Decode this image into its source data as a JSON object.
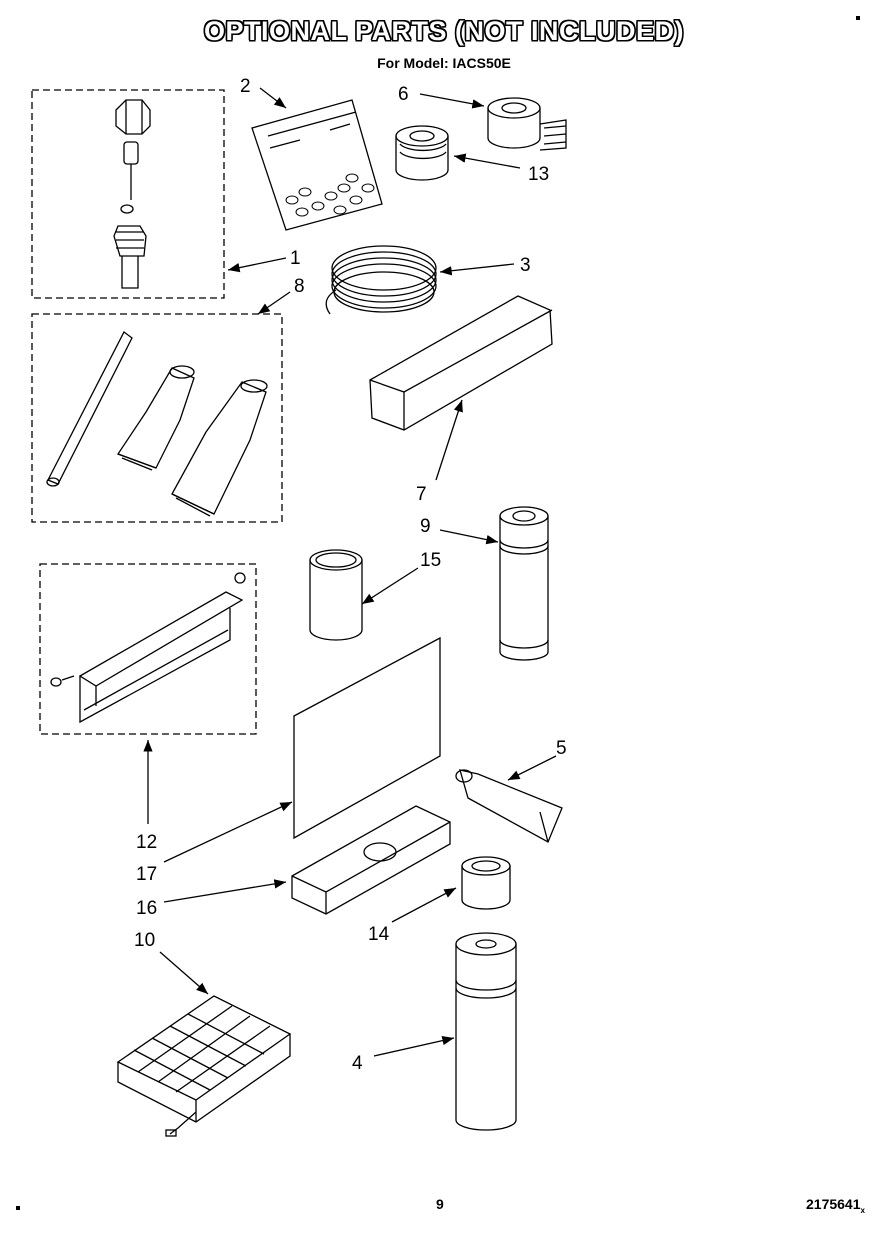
{
  "title": "OPTIONAL PARTS (NOT INCLUDED)",
  "subtitle": "For Model: IACS50E",
  "callouts": {
    "c1": "1",
    "c2": "2",
    "c3": "3",
    "c4": "4",
    "c5": "5",
    "c6": "6",
    "c7": "7",
    "c8": "8",
    "c9": "9",
    "c10": "10",
    "c12": "12",
    "c13": "13",
    "c14": "14",
    "c15": "15",
    "c16": "16",
    "c17": "17"
  },
  "footer": {
    "page": "9",
    "doc_number": "2175641",
    "doc_suffix": "x"
  }
}
